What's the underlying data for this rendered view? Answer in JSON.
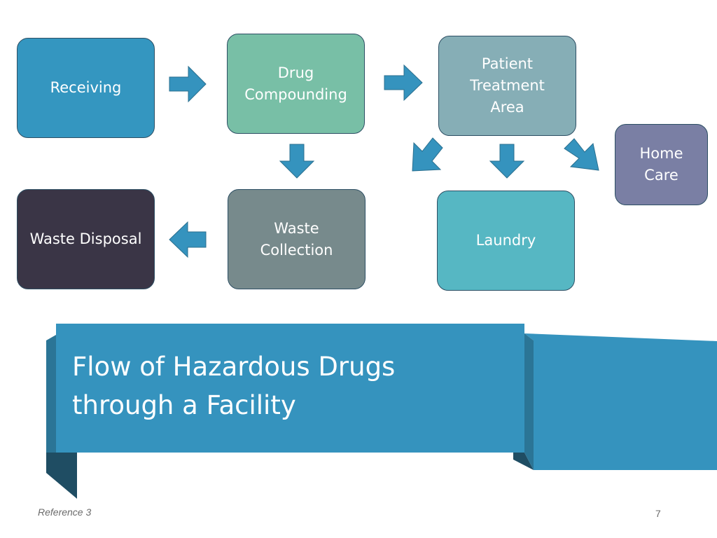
{
  "nodes": {
    "receiving": "Receiving",
    "drug_compounding": "Drug\nCompounding",
    "patient_treatment": "Patient\nTreatment\nArea",
    "home_care": "Home\nCare",
    "waste_disposal": "Waste Disposal",
    "waste_collection": "Waste\nCollection",
    "laundry": "Laundry"
  },
  "banner": {
    "title": "Flow of Hazardous Drugs\nthrough a Facility"
  },
  "footer": {
    "reference": "Reference 3",
    "page_number": "7"
  },
  "colors": {
    "arrow": "#3593be",
    "banner": "#3593be",
    "banner_shadow": "#2b7596",
    "banner_fold": "#1f4d63"
  }
}
